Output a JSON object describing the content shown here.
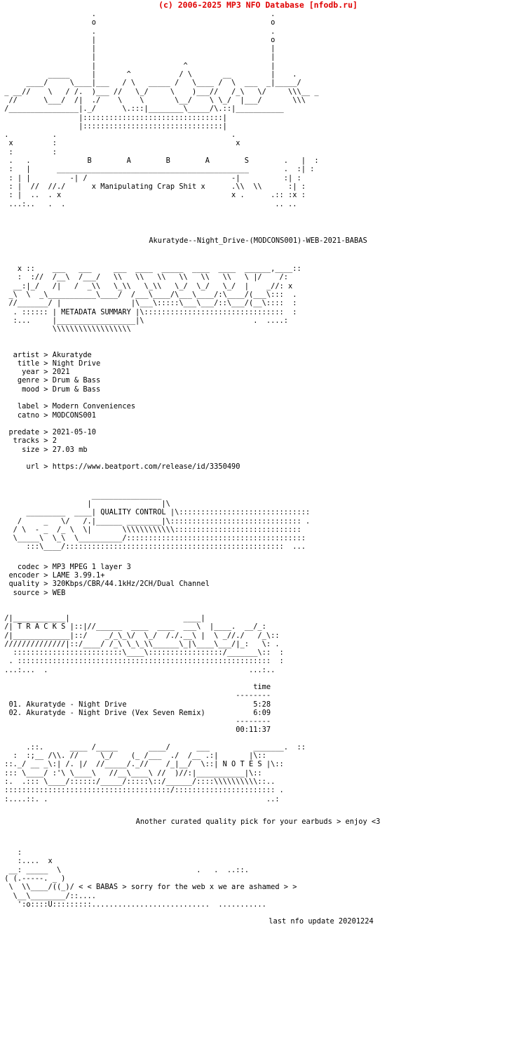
{
  "header": {
    "copyright": "(c) 2006-2025 MP3 NFO Database [nfodb.ru]",
    "color": "#e00000"
  },
  "release": {
    "dirname": "Akuratyde--Night_Drive-(MODCONS001)-WEB-2021-BABAS",
    "group_tag": "BABAS",
    "group_letters": "B        A        B        A        S",
    "tagline": "x Manipulating Crap Shit x"
  },
  "sections": {
    "metadata_label": "METADATA SUMMARY",
    "quality_label": "QUALITY CONTROL",
    "tracks_label": "T R A C K S",
    "notes_label": "N O T E S"
  },
  "metadata": {
    "rows": [
      {
        "key": "artist",
        "sep": ">",
        "value": "Akuratyde"
      },
      {
        "key": "title",
        "sep": ">",
        "value": "Night Drive"
      },
      {
        "key": "year",
        "sep": ">",
        "value": "2021"
      },
      {
        "key": "genre",
        "sep": ">",
        "value": "Drum & Bass"
      },
      {
        "key": "mood",
        "sep": ">",
        "value": "Drum & Bass"
      }
    ],
    "rows2": [
      {
        "key": "label",
        "sep": ">",
        "value": "Modern Conveniences"
      },
      {
        "key": "catno",
        "sep": ">",
        "value": "MODCONS001"
      }
    ],
    "rows3": [
      {
        "key": "predate",
        "sep": ">",
        "value": "2021-05-10"
      },
      {
        "key": "tracks",
        "sep": ">",
        "value": "2"
      },
      {
        "key": "size",
        "sep": ">",
        "value": "27.03 mb"
      }
    ],
    "url_row": {
      "key": "url",
      "sep": ">",
      "value": "https://www.beatport.com/release/id/3350490"
    },
    "block1": "   artist > Akuratyde\n    title > Night Drive\n     year > 2021\n    genre > Drum & Bass\n     mood > Drum & Bass\n\n    label > Modern Conveniences\n    catno > MODCONS001\n\n  predate > 2021-05-10\n   tracks > 2\n     size > 27.03 mb\n\n      url > https://www.beatport.com/release/id/3350490"
  },
  "quality": {
    "rows": [
      {
        "key": "codec",
        "sep": ">",
        "value": "MP3 MPEG 1 layer 3"
      },
      {
        "key": "encoder",
        "sep": ">",
        "value": "LAME 3.99.1+"
      },
      {
        "key": "quality",
        "sep": ">",
        "value": "320Kbps/CBR/44.1kHz/2CH/Dual Channel"
      },
      {
        "key": "source",
        "sep": ">",
        "value": "WEB"
      }
    ],
    "block": "    codec > MP3 MPEG 1 layer 3\n  encoder > LAME 3.99.1+\n  quality > 320Kbps/CBR/44.1kHz/2CH/Dual Channel\n   source > WEB"
  },
  "tracklist": {
    "time_header": "time",
    "rule": "--------",
    "items": [
      {
        "num": "01.",
        "artist": "Akuratyde",
        "dash": "-",
        "title": "Night Drive",
        "time": "5:28"
      },
      {
        "num": "02.",
        "artist": "Akuratyde",
        "dash": "-",
        "title": "Night Drive (Vex Seven Remix)",
        "time": "6:09"
      }
    ],
    "total": "00:11:37",
    "block": "                                                          time\n                                                      --------\n  01. Akuratyde - Night Drive                             5:28\n  02. Akuratyde - Night Drive (Vex Seven Remix)           6:09\n                                                      --------\n                                                      00:11:37"
  },
  "notes": {
    "text": "Another curated quality pick for your earbuds > enjoy <3",
    "footer_text": "< BABAS > sorry for the web x we are ashamed > >",
    "last_update_label": "last nfo update",
    "last_update_value": "20201224",
    "last_update_line": "last nfo update 20201224"
  },
  "ascii": {
    "top_art": "                     .                                        .\n                     o                                        o\n                     .                                        .\n                     |                                        o\n                     |                                        |\n                     |                                        |\n                     |                    ^                   |\n           _____     |       ^           / \\       __         |    .\n      ____/     \\____|___   / \\   _____ /   \\____ /  \\  ___  _|_____/\n _ __//    \\   / /.  )___ //   \\_/     \\    )___//   /_\\   \\/     \\\\\\__ _\n  //      \\___/  /|  ./    \\    \\       \\__/    \\ \\_/  |___/       \\\\\\\n /________________|._/      \\.:::|________\\_____/\\.::|___________\n                  |::::::::::::::::::::::::::::::::|\n                  |::::::::::::::::::::::::::::::::|",
    "top_art2": " .          .                                        .\n  x         :                                         x\n  :         :\n  .   .             B        A        B        A        S        .   |  :\n  :   |      ____________________________________________        .  :| :\n  : | |         -| /                                 -|          :| :\n  : |  //  //./      x Manipulating Crap Shit x      .\\\\  \\\\      :| :\n  : |  ..  . x                                       x .      .:: :x :\n  ...:..   .  .                                                .. ..",
    "metadata_banner": "    x ::    ___   ___     ___  ____  _____  ____  ____  ______,____::\n    :  ://  /__\\  /___/   \\\\   \\\\   \\\\   \\\\   \\\\   \\\\   \\ |/    /:\n   __:|_/   /|   /  _\\\\   \\_\\\\   \\_\\\\   \\_/  \\_/   \\_/  |    _//: x\n  _\\  \\  _\\___________\\____/  /___\\____/\\___\\____/:\\____/(___\\:::  .\n  //_______/ |                |\\___\\:::::\\___\\___/::\\___/(__\\::::  :\n   . :::::: | METADATA SUMMARY |\\::::::::::::::::::::::::::::::::  :\n   :...     |__________________|\\                         .  ....:\n            \\\\\\\\\\\\\\\\\\\\\\\\\\\\\\\\\\\\",
    "quality_banner": "                     ________________\n                    |                |\\\n      _________  ____| QUALITY CONTROL |\\::::::::::::::::::::::::::::::\n    /     _   \\/   /.|______ ________|\\:::::::::::::::::::::::::::::: .\n   / \\  - _  /_ \\  \\|       \\\\\\\\\\\\\\\\\\\\\\\\:::::::::::::::::::::::::::::\n   \\_____\\  \\_\\  \\__________/:::::::::::::::::::::::::::::::::::::::::\n      :::\\____/::::::::::::::::::::::::::::::::::::::::::::::::::  ...",
    "tracks_banner": " /|____________|                          ____|\n /| T R A C K S |::|//______  ____  ____  ___\\  |____.  __/_:\n /|_____________|::/    _/_\\_\\/  \\_/  /./.__\\ |  \\ _//./   /_\\::\n //////////////|::/____/ /_\\ \\_\\_\\\\______\\_|\\____\\___/|_:   \\: .\n   :::::::::::::::::::::::::\\____\\:::::::::::::::::/_______\\::  :\n  . ::::::::::::::::::::::::::::::::::::::::::::::::::::::::::  :\n ...:...  .                                              ...:..",
    "notes_banner": "      .::.      ____ /_____       ____/      ___          _______.  ::\n   :  :;__ /\\\\. //     \\_/    (_ /___  ./  /__ .:|       |\\::\n ::._/ __ _\\:| /. |/  //_____/._//    /_|__/  \\::| N O T E S |\\::\n ::: \\____/ :'\\ \\____\\   //__\\____\\ //  )//:|___________|\\::\n :.  .::: \\____/::::::/_____/:::::\\::/______/::::\\\\\\\\\\\\\\\\\\\\::..\n ::::::::::::::::::::::::::::::::::::::/::::::::::::::::::::::: .\n :....::. .                                                  ..:",
    "footer_art": "    :\n    :....  x\n  __: _____  \\                               .   .  ..::.\n ( (.-----. _ )\n  \\  \\\\____/((_)/ < < BABAS > sorry for the web x we are ashamed > >\n   \\__\\________/::....\n    ':o::::U:::::::::...........................  ...........",
    "divider_dots": "::::::::::::::::::::::::::"
  }
}
